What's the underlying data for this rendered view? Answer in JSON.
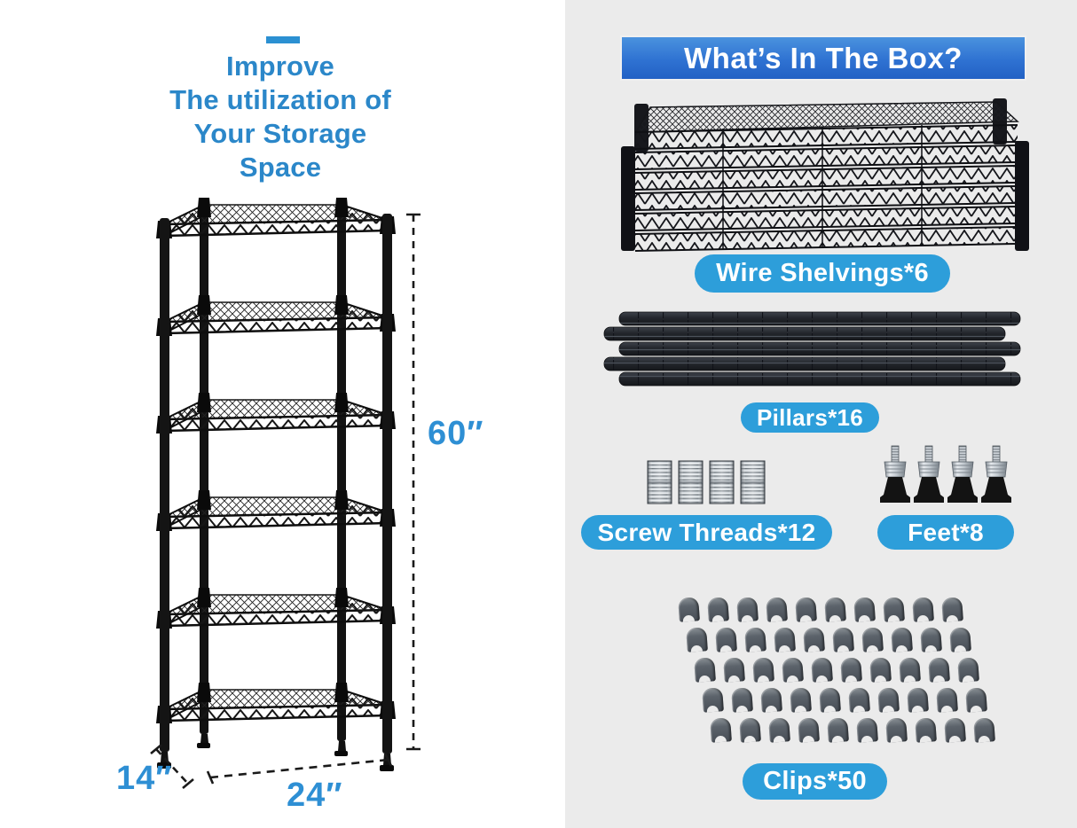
{
  "left_panel": {
    "heading": {
      "lines": [
        "Improve",
        "The utilization of",
        "Your Storage",
        "Space"
      ]
    },
    "dimensions": {
      "height_label": "60″",
      "width_label": "24″",
      "depth_label": "14″"
    },
    "illustration": "6-tier black wire shelving unit with dashed dimension lines"
  },
  "right_panel": {
    "title": "What’s In The Box?",
    "items": [
      {
        "name": "wire-shelvings",
        "label": "Wire Shelvings*6"
      },
      {
        "name": "pillars",
        "label": "Pillars*16"
      },
      {
        "name": "screw-threads",
        "label": "Screw Threads*12"
      },
      {
        "name": "feet",
        "label": "Feet*8"
      },
      {
        "name": "clips",
        "label": "Clips*50"
      }
    ],
    "clips_grid": {
      "rows": 5,
      "cols": 10
    }
  },
  "colors": {
    "heading_blue": "#2b87c9",
    "dimension_blue": "#2e8fd4",
    "pill_blue": "#2d9eda",
    "banner_gradient_top": "#4a92de",
    "banner_gradient_bottom": "#2261c4",
    "panel_gray": "#ebebeb",
    "shelf_black": "#141414",
    "clip_gray": "#5c636b",
    "metal_silver": "#e9edf0"
  }
}
